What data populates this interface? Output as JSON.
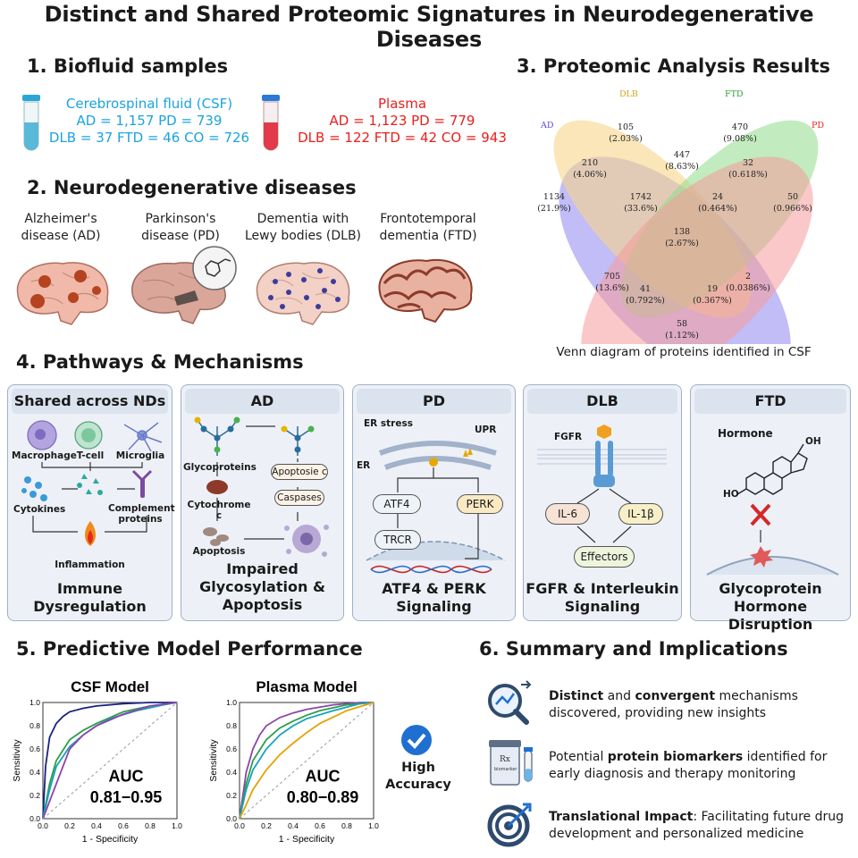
{
  "title": "Distinct and Shared Proteomic Signatures in Neurodegenerative Diseases",
  "s1": {
    "heading": "1. Biofluid samples",
    "csf": {
      "name": "Cerebrospinal fluid (CSF)",
      "line1": "AD = 1,157 PD = 739",
      "line2": "DLB = 37 FTD = 46 CO = 726",
      "color": "#1aa3e0"
    },
    "plasma": {
      "name": "Plasma",
      "line1": "AD = 1,123 PD = 779",
      "line2": "DLB = 122 FTD = 42 CO = 943",
      "color": "#e8201c"
    }
  },
  "s2": {
    "heading": "2. Neurodegenerative diseases",
    "diseases": [
      {
        "l1": "Alzheimer's",
        "l2": "disease (AD)"
      },
      {
        "l1": "Parkinson's",
        "l2": "disease (PD)"
      },
      {
        "l1": "Dementia with",
        "l2": "Lewy bodies (DLB)"
      },
      {
        "l1": "Frontotemporal",
        "l2": "dementia (FTD)"
      }
    ]
  },
  "s3": {
    "heading": "3. Proteomic Analysis Results",
    "caption": "Venn diagram of proteins identified in CSF",
    "sets": [
      {
        "name": "AD",
        "color": "#5b4be0"
      },
      {
        "name": "DLB",
        "color": "#d4a420"
      },
      {
        "name": "FTD",
        "color": "#2fa02f"
      },
      {
        "name": "PD",
        "color": "#e8201c"
      }
    ],
    "regions": [
      {
        "n": "105",
        "p": "(2.03%)"
      },
      {
        "n": "470",
        "p": "(9.08%)"
      },
      {
        "n": "210",
        "p": "(4.06%)"
      },
      {
        "n": "447",
        "p": "(8.63%)"
      },
      {
        "n": "32",
        "p": "(0.618%)"
      },
      {
        "n": "1134",
        "p": "(21.9%)"
      },
      {
        "n": "1742",
        "p": "(33.6%)"
      },
      {
        "n": "24",
        "p": "(0.464%)"
      },
      {
        "n": "50",
        "p": "(0.966%)"
      },
      {
        "n": "138",
        "p": "(2.67%)"
      },
      {
        "n": "705",
        "p": "(13.6%)"
      },
      {
        "n": "2",
        "p": "(0.0386%)"
      },
      {
        "n": "41",
        "p": "(0.792%)"
      },
      {
        "n": "19",
        "p": "(0.367%)"
      },
      {
        "n": "58",
        "p": "(1.12%)"
      }
    ]
  },
  "s4": {
    "heading": "4. Pathways & Mechanisms",
    "shared": {
      "title": "Shared across NDs",
      "macrophage": "Macrophage",
      "tcell": "T-cell",
      "microglia": "Microglia",
      "cytokines": "Cytokines",
      "complement1": "Complement",
      "complement2": "proteins",
      "inflammation": "Inflammation",
      "f1": "Immune",
      "f2": "Dysregulation"
    },
    "ad": {
      "title": "AD",
      "glyco": "Glycoproteins",
      "cytc": "Cytochrome c",
      "apoptosis": "Apoptosis",
      "apoc": "Apoptosie c",
      "casp": "Caspases",
      "f1": "Impaired",
      "f2": "Glycosylation &",
      "f3": "Apoptosis"
    },
    "pd": {
      "title": "PD",
      "er_stress": "ER stress",
      "er": "ER",
      "upr": "UPR",
      "atf4": "ATF4",
      "perk": "PERK",
      "trcr": "TRCR",
      "f1": "ATF4 & PERK",
      "f2": "Signaling"
    },
    "dlb": {
      "title": "DLB",
      "fgfr": "FGFR",
      "il6": "IL-6",
      "il1b": "IL-1β",
      "effectors": "Effectors",
      "f1": "FGFR & Interleukin",
      "f2": "Signaling"
    },
    "ftd": {
      "title": "FTD",
      "hormone": "Hormone",
      "oh": "OH",
      "ho": "HO",
      "f1": "Glycoprotein",
      "f2": "Hormone Disruption"
    }
  },
  "s5": {
    "heading": "5. Predictive Model Performance",
    "badge": {
      "l1": "High",
      "l2": "Accuracy"
    },
    "chart_data": [
      {
        "type": "line",
        "title": "CSF Model",
        "xlabel": "1 - Specificity",
        "ylabel": "Sensitivity",
        "xlim": [
          0,
          1
        ],
        "ylim": [
          0,
          1
        ],
        "ticks": [
          "0.0",
          "0.1",
          "0.2",
          "0.3",
          "0.4",
          "0.5",
          "0.6",
          "0.7",
          "0.8",
          "0.9",
          "1.0"
        ],
        "annotation_l1": "AUC",
        "annotation_l2": "0.81−0.95",
        "series": [
          {
            "color": "#1a237e",
            "x": [
              0,
              0.02,
              0.05,
              0.1,
              0.15,
              0.2,
              0.3,
              0.4,
              0.6,
              0.8,
              1
            ],
            "y": [
              0,
              0.45,
              0.7,
              0.82,
              0.88,
              0.92,
              0.95,
              0.97,
              0.99,
              1,
              1
            ]
          },
          {
            "color": "#2e9e4a",
            "x": [
              0,
              0.05,
              0.1,
              0.2,
              0.3,
              0.4,
              0.5,
              0.6,
              0.8,
              1
            ],
            "y": [
              0,
              0.3,
              0.5,
              0.68,
              0.76,
              0.82,
              0.87,
              0.92,
              0.97,
              1
            ]
          },
          {
            "color": "#17a2b8",
            "x": [
              0,
              0.05,
              0.1,
              0.2,
              0.3,
              0.4,
              0.5,
              0.7,
              0.9,
              1
            ],
            "y": [
              0,
              0.25,
              0.45,
              0.62,
              0.72,
              0.8,
              0.86,
              0.93,
              0.98,
              1
            ]
          },
          {
            "color": "#8e44ad",
            "x": [
              0,
              0.05,
              0.1,
              0.15,
              0.2,
              0.3,
              0.4,
              0.6,
              0.8,
              1
            ],
            "y": [
              0,
              0.15,
              0.3,
              0.45,
              0.6,
              0.72,
              0.8,
              0.9,
              0.97,
              1
            ]
          },
          {
            "color": "#999999",
            "x": [
              0,
              1
            ],
            "y": [
              0,
              1
            ],
            "dashed": true
          }
        ]
      },
      {
        "type": "line",
        "title": "Plasma Model",
        "xlabel": "1 - Specificity",
        "ylabel": "Sensitivity",
        "xlim": [
          0,
          1
        ],
        "ylim": [
          0,
          1
        ],
        "ticks": [
          "0.0",
          "0.1",
          "0.2",
          "0.3",
          "0.4",
          "0.5",
          "0.6",
          "0.7",
          "0.8",
          "0.9",
          "1.0"
        ],
        "annotation_l1": "AUC",
        "annotation_l2": "0.80−0.89",
        "series": [
          {
            "color": "#8e44ad",
            "x": [
              0,
              0.05,
              0.1,
              0.15,
              0.2,
              0.3,
              0.4,
              0.5,
              0.7,
              0.9,
              1
            ],
            "y": [
              0,
              0.4,
              0.6,
              0.72,
              0.8,
              0.87,
              0.91,
              0.94,
              0.98,
              1,
              1
            ]
          },
          {
            "color": "#2e9e4a",
            "x": [
              0,
              0.05,
              0.1,
              0.2,
              0.3,
              0.4,
              0.5,
              0.6,
              0.8,
              1
            ],
            "y": [
              0,
              0.3,
              0.5,
              0.68,
              0.78,
              0.84,
              0.89,
              0.93,
              0.98,
              1
            ]
          },
          {
            "color": "#17a2b8",
            "x": [
              0,
              0.05,
              0.1,
              0.2,
              0.3,
              0.4,
              0.5,
              0.7,
              0.9,
              1
            ],
            "y": [
              0,
              0.25,
              0.42,
              0.6,
              0.72,
              0.8,
              0.86,
              0.93,
              0.99,
              1
            ]
          },
          {
            "color": "#e6a100",
            "x": [
              0,
              0.05,
              0.1,
              0.2,
              0.3,
              0.4,
              0.5,
              0.6,
              0.8,
              1
            ],
            "y": [
              0,
              0.12,
              0.25,
              0.42,
              0.55,
              0.65,
              0.74,
              0.82,
              0.93,
              1
            ]
          },
          {
            "color": "#999999",
            "x": [
              0,
              1
            ],
            "y": [
              0,
              1
            ],
            "dashed": true
          }
        ]
      }
    ]
  },
  "s6": {
    "heading": "6. Summary and Implications",
    "items": [
      {
        "b1": "Distinct",
        "t1": " and ",
        "b2": "convergent",
        "t2": " mechanisms",
        "l2": "discovered, providing new insights"
      },
      {
        "t0": "Potential ",
        "b1": "protein biomarkers",
        "t1": " identified for",
        "l2": "early diagnosis and therapy monitoring",
        "rx": "Rx",
        "rx_sub": "biomarker"
      },
      {
        "b1": "Translational Impact",
        "t1": ": Facilitating future drug",
        "l2": "development and personalized medicine"
      }
    ]
  }
}
